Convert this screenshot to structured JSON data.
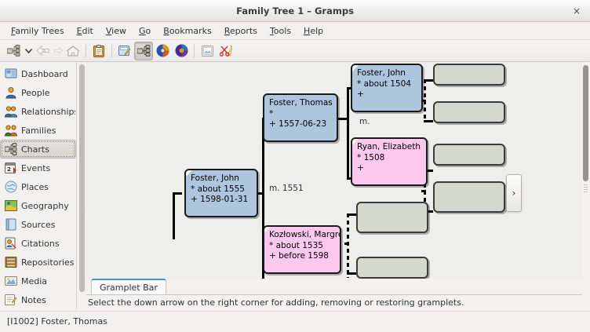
{
  "window": {
    "title": "Family Tree 1 – Gramps",
    "close_label": "×"
  },
  "menubar": {
    "items": [
      {
        "mnemonic": "F",
        "rest": "amily Trees"
      },
      {
        "mnemonic": "E",
        "rest": "dit"
      },
      {
        "mnemonic": "V",
        "rest": "iew"
      },
      {
        "mnemonic": "G",
        "rest": "o"
      },
      {
        "mnemonic": "B",
        "rest": "ookmarks"
      },
      {
        "mnemonic": "R",
        "rest": "eports"
      },
      {
        "mnemonic": "T",
        "rest": "ools"
      },
      {
        "mnemonic": "H",
        "rest": "elp"
      }
    ]
  },
  "toolbar": {
    "buttons": [
      {
        "name": "family-trees-icon",
        "active": false
      },
      {
        "name": "chevron-down-icon",
        "active": false
      },
      {
        "name": "back-arrow-icon",
        "active": false
      },
      {
        "name": "forward-arrow-icon",
        "active": false
      },
      {
        "name": "home-icon",
        "active": false
      },
      {
        "name": "clipboard-icon",
        "active": false
      },
      {
        "name": "edit-person-icon",
        "active": false
      },
      {
        "name": "pedigree-chart-icon",
        "active": true
      },
      {
        "name": "fan-chart-icon",
        "active": false
      },
      {
        "name": "fan-chart-descendant-icon",
        "active": false
      },
      {
        "name": "media-icon",
        "active": false
      },
      {
        "name": "scissors-icon",
        "active": false
      }
    ]
  },
  "sidebar": {
    "items": [
      {
        "label": "Dashboard",
        "icon": "dashboard-icon",
        "selected": false
      },
      {
        "label": "People",
        "icon": "people-icon",
        "selected": false
      },
      {
        "label": "Relationships",
        "icon": "relationships-icon",
        "selected": false
      },
      {
        "label": "Families",
        "icon": "families-icon",
        "selected": false
      },
      {
        "label": "Charts",
        "icon": "charts-icon",
        "selected": true
      },
      {
        "label": "Events",
        "icon": "events-icon",
        "selected": false
      },
      {
        "label": "Places",
        "icon": "places-icon",
        "selected": false
      },
      {
        "label": "Geography",
        "icon": "geography-icon",
        "selected": false
      },
      {
        "label": "Sources",
        "icon": "sources-icon",
        "selected": false
      },
      {
        "label": "Citations",
        "icon": "citations-icon",
        "selected": false
      },
      {
        "label": "Repositories",
        "icon": "repositories-icon",
        "selected": false
      },
      {
        "label": "Media",
        "icon": "media-icon",
        "selected": false
      },
      {
        "label": "Notes",
        "icon": "notes-icon",
        "selected": false
      }
    ]
  },
  "chart": {
    "type": "pedigree",
    "colors": {
      "male": "#aec6dd",
      "female": "#fdc8f0",
      "empty": "#d5d8cc"
    },
    "persons": [
      {
        "id": "root",
        "name": "Foster, John",
        "birth": "* about 1555",
        "death": "+ 1598-01-31",
        "sex": "male",
        "fold": true
      },
      {
        "id": "father",
        "name": "Foster, Thomas",
        "birth": "*",
        "death": "+ 1557-06-23",
        "sex": "male",
        "fold": false
      },
      {
        "id": "mother",
        "name": "Kozłowski, Margret",
        "birth": "* about 1535",
        "death": "+ before 1598",
        "sex": "female",
        "fold": true
      },
      {
        "id": "gf",
        "name": "Foster, John",
        "birth": "* about 1504",
        "death": "+",
        "sex": "male",
        "fold": true
      },
      {
        "id": "gm",
        "name": "Ryan, Elizabeth",
        "birth": "* 1508",
        "death": "+",
        "sex": "female",
        "fold": true
      }
    ],
    "empty_boxes": 6,
    "marriages": [
      {
        "label": "m. 1551"
      },
      {
        "label": "m."
      }
    ],
    "scroll_right_label": "›"
  },
  "gramplet": {
    "tab_label": "Gramplet Bar",
    "hint": "Select the down arrow on the right corner for adding, removing or restoring gramplets."
  },
  "statusbar": {
    "text": "[I1002] Foster, Thomas"
  }
}
